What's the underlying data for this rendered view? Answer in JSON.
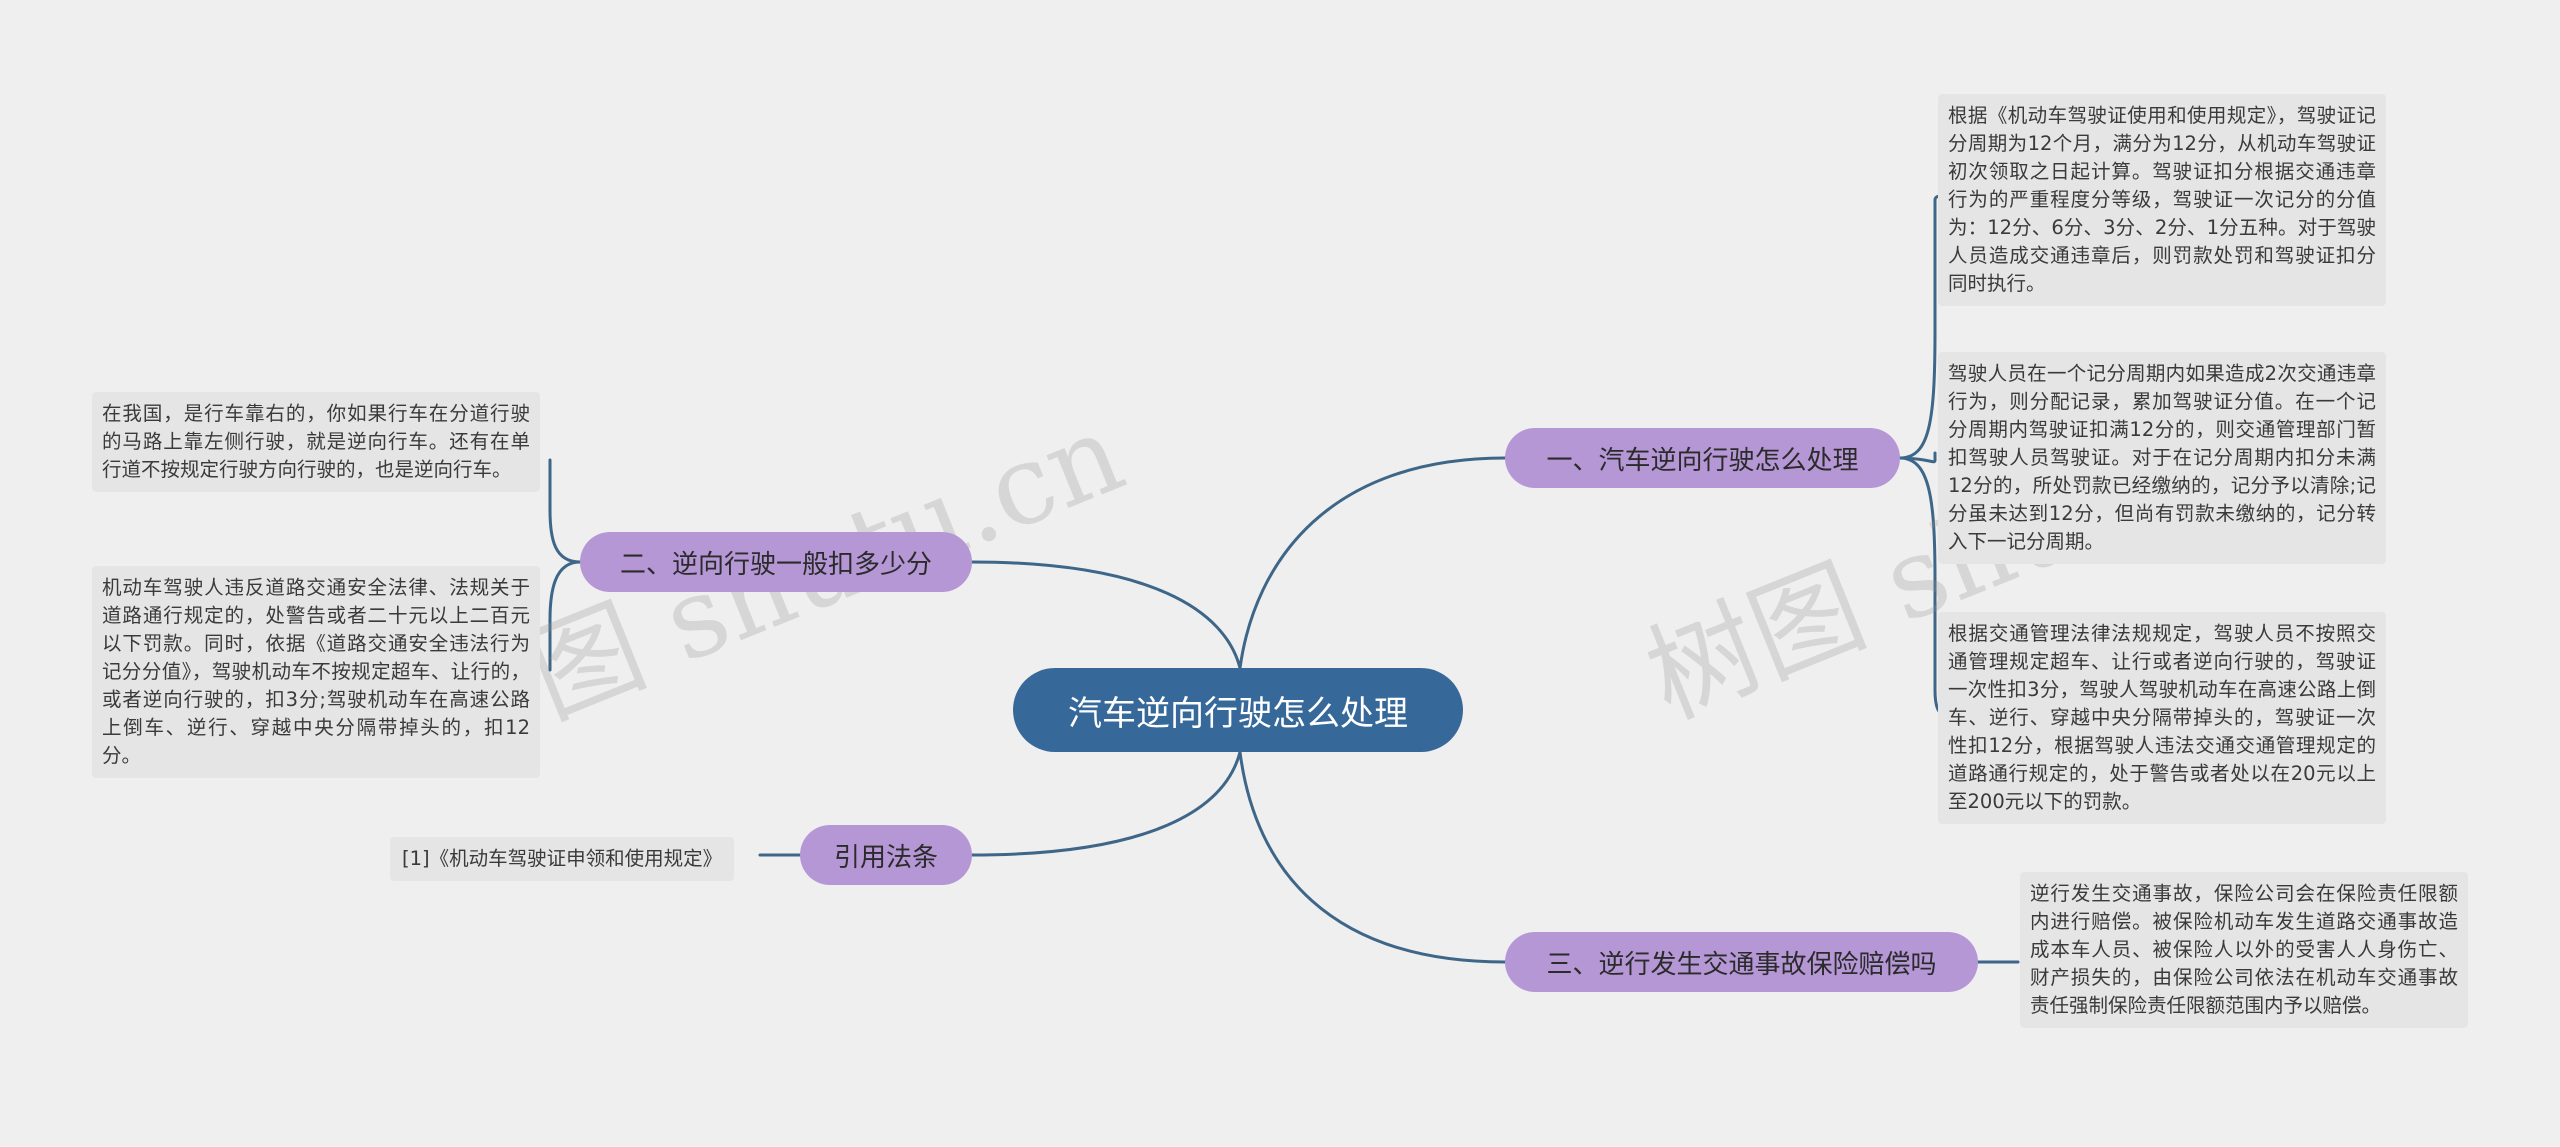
{
  "root": {
    "label": "汽车逆向行驶怎么处理"
  },
  "branches": {
    "b1": {
      "label": "一、汽车逆向行驶怎么处理",
      "leaves": [
        "根据《机动车驾驶证使用和使用规定》，驾驶证记分周期为12个月，满分为12分，从机动车驾驶证初次领取之日起计算。驾驶证扣分根据交通违章行为的严重程度分等级，驾驶证一次记分的分值为：12分、6分、3分、2分、1分五种。对于驾驶人员造成交通违章后，则罚款处罚和驾驶证扣分同时执行。",
        "驾驶人员在一个记分周期内如果造成2次交通违章行为，则分配记录，累加驾驶证分值。在一个记分周期内驾驶证扣满12分的，则交通管理部门暂扣驾驶人员驾驶证。对于在记分周期内扣分未满12分的，所处罚款已经缴纳的，记分予以清除;记分虽未达到12分，但尚有罚款未缴纳的，记分转入下一记分周期。",
        "根据交通管理法律法规规定，驾驶人员不按照交通管理规定超车、让行或者逆向行驶的，驾驶证一次性扣3分，驾驶人驾驶机动车在高速公路上倒车、逆行、穿越中央分隔带掉头的，驾驶证一次性扣12分，根据驾驶人违法交通交通管理规定的道路通行规定的，处于警告或者处以在20元以上至200元以下的罚款。"
      ]
    },
    "b2": {
      "label": "二、逆向行驶一般扣多少分",
      "leaves": [
        "在我国，是行车靠右的，你如果行车在分道行驶的马路上靠左侧行驶，就是逆向行车。还有在单行道不按规定行驶方向行驶的，也是逆向行车。",
        "机动车驾驶人违反道路交通安全法律、法规关于道路通行规定的，处警告或者二十元以上二百元以下罚款。同时，依据《道路交通安全违法行为记分分值》，驾驶机动车不按规定超车、让行的，或者逆向行驶的，扣3分;驾驶机动车在高速公路上倒车、逆行、穿越中央分隔带掉头的，扣12分。"
      ]
    },
    "b3": {
      "label": "三、逆行发生交通事故保险赔偿吗",
      "leaves": [
        "逆行发生交通事故，保险公司会在保险责任限额内进行赔偿。被保险机动车发生道路交通事故造成本车人员、被保险人以外的受害人人身伤亡、财产损失的，由保险公司依法在机动车交通事故责任强制保险责任限额范围内予以赔偿。"
      ]
    },
    "b4": {
      "label": "引用法条",
      "leaves": [
        "[1]《机动车驾驶证申领和使用规定》"
      ]
    }
  },
  "watermark": "树图 shutu.cn",
  "colors": {
    "root": "#36699a",
    "branch": "#b597d6",
    "line": "#3e6688",
    "leaf": "#e5e5e5",
    "background": "#efefef"
  }
}
